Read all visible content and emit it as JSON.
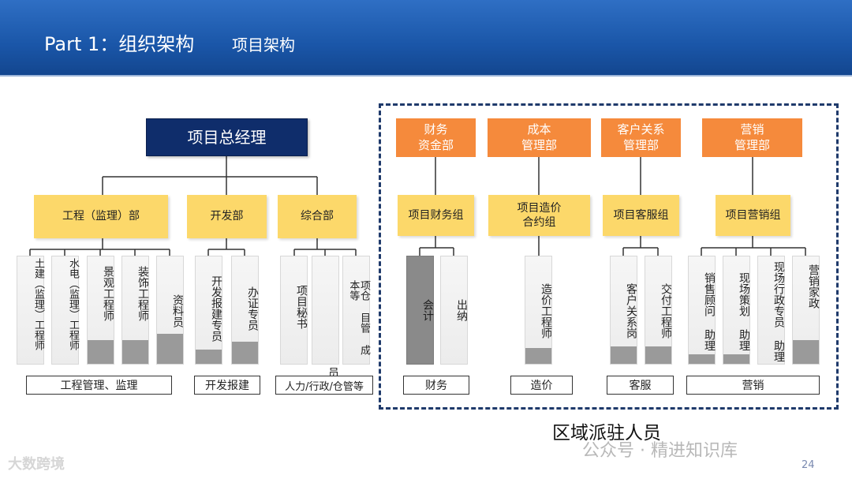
{
  "header": {
    "title": "Part 1：组织架构",
    "subtitle": "项目架构"
  },
  "gm": "项目总经理",
  "departments": {
    "engineering": "工程（监理）部",
    "development": "开发部",
    "general": "综合部"
  },
  "region_depts": {
    "finance": "财务\n资金部",
    "cost": "成本\n管理部",
    "customer": "客户关系\n管理部",
    "marketing": "营销\n管理部"
  },
  "groups": {
    "finance": "项目财务组",
    "cost": "项目造价\n合约组",
    "customer": "项目客服组",
    "marketing": "项目营销组"
  },
  "staff": {
    "eng_1": "土建（监理）工程师",
    "eng_2": "水电（监理）工程师",
    "eng_3": "景观工程师",
    "eng_4": "装饰工程师",
    "eng_5": "资料员",
    "dev_1": "开发报建专员",
    "dev_2": "办证专员",
    "gen_1": "项目秘书",
    "gen_2": "员",
    "gen_3": "项仓 目管 成本等",
    "fin_1": "会计",
    "fin_2": "出纳",
    "cost_1": "造价工程师",
    "cus_1": "客户关系岗",
    "cus_2": "交付工程师",
    "mkt_1": "销售顾问 助理",
    "mkt_2": "现场策划 助理",
    "mkt_3": "现场行政专员 助理",
    "mkt_4": "营销家政"
  },
  "labels": {
    "eng": "工程管理、监理",
    "dev": "开发报建",
    "gen": "人力/行政/仓管等",
    "fin": "财务",
    "cost": "造价",
    "cus": "客服",
    "mkt": "营销"
  },
  "region_title": "区域派驻人员",
  "footer": {
    "left": "大数跨境",
    "mid": "公众号 · 精进知识库",
    "page": "24"
  },
  "colors": {
    "header": "#1a56a8",
    "gm": "#0f2d6b",
    "dept": "#fcd86a",
    "orange": "#f58a3c",
    "region_border": "#1f3a6b"
  }
}
